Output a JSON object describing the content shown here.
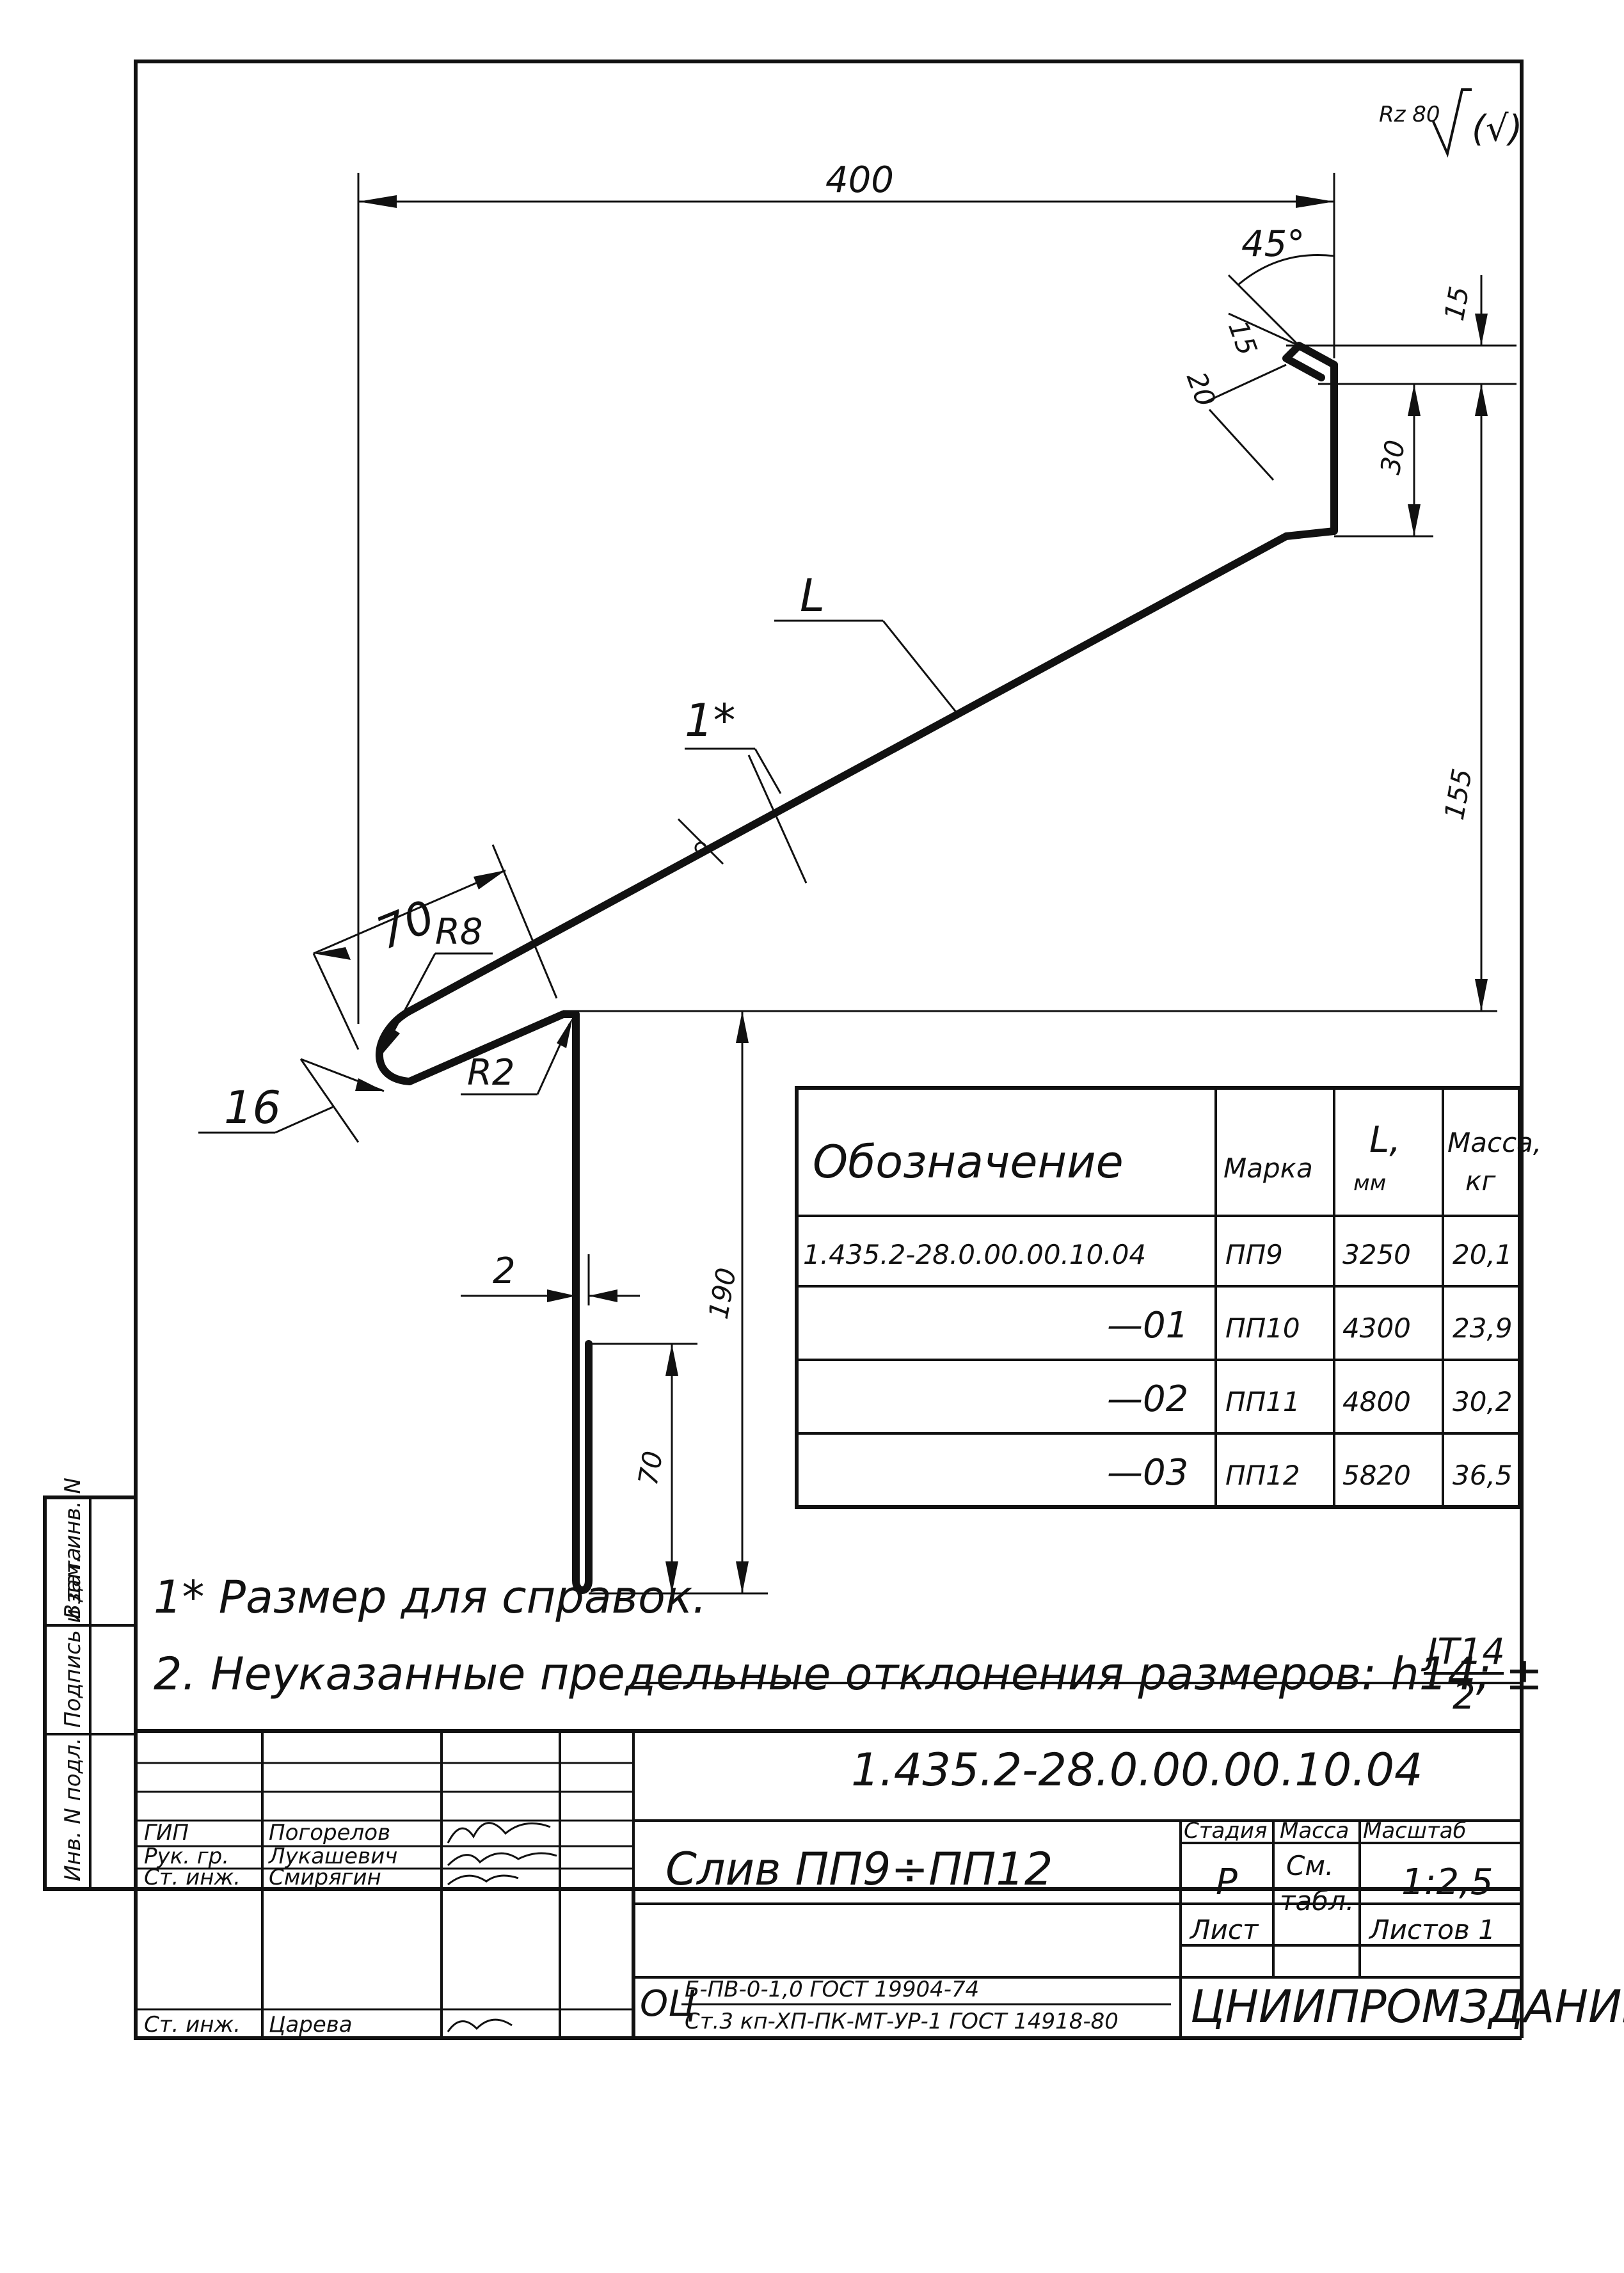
{
  "roughness": "Rz 80",
  "roughness_paren": "(√)",
  "dimensions": {
    "width_400": "400",
    "angle_45": "45°",
    "d15_top": "15",
    "d15_bend": "15",
    "d20": "20",
    "d30": "30",
    "d155": "155",
    "length_L": "L",
    "d70_top": "70",
    "r8": "R8",
    "r2": "R2",
    "d16": "16",
    "ref_1": "1*",
    "d2": "2",
    "d190": "190",
    "d70_bottom": "70"
  },
  "table": {
    "headers": {
      "designation": "Обозначение",
      "mark": "Марка",
      "length": "L,",
      "length_unit": "мм",
      "mass": "Масса,",
      "mass_unit": "кг"
    },
    "rows": [
      {
        "designation": "1.435.2-28.0.00.00.10.04",
        "mark": "ПП9",
        "length": "3250",
        "mass": "20,1"
      },
      {
        "designation": "—01",
        "mark": "ПП10",
        "length": "4300",
        "mass": "23,9"
      },
      {
        "designation": "—02",
        "mark": "ПП11",
        "length": "4800",
        "mass": "30,2"
      },
      {
        "designation": "—03",
        "mark": "ПП12",
        "length": "5820",
        "mass": "36,5"
      }
    ]
  },
  "notes": {
    "note1": "1* Размер для справок.",
    "note2": "2. Неуказанные предельные отклонения размеров: h14; ±",
    "note2_numerator": "JT14",
    "note2_denominator": "2"
  },
  "side_labels": {
    "inv_replace": "Взам. инв. N",
    "sign_date": "Подпись и дата",
    "inv_orig": "Инв. N подл."
  },
  "title_block": {
    "doc_number": "1.435.2-28.0.00.00.10.04",
    "name": "Слив ПП9÷ПП12",
    "stage_label": "Стадия",
    "mass_label": "Масса",
    "scale_label": "Масштаб",
    "stage": "Р",
    "mass_value_line1": "См.",
    "mass_value_line2": "табл.",
    "scale": "1:2,5",
    "sheet_label": "Лист",
    "sheets_label": "Листов 1",
    "organization": "ЦНИИПРОМЗДАНИЙ",
    "material_prefix": "ОЦ",
    "material_line1": "Б-ПВ-0-1,0 ГОСТ 19904-74",
    "material_line2": "Ст.3 кп-ХП-ПК-МТ-УР-1 ГОСТ 14918-80",
    "staff": [
      {
        "role": "ГИП",
        "name": "Погорелов"
      },
      {
        "role": "Рук. гр.",
        "name": "Лукашевич"
      },
      {
        "role": "Ст. инж.",
        "name": "Смирягин"
      },
      {
        "role": "Ст. инж.",
        "name": "Царева"
      }
    ]
  }
}
